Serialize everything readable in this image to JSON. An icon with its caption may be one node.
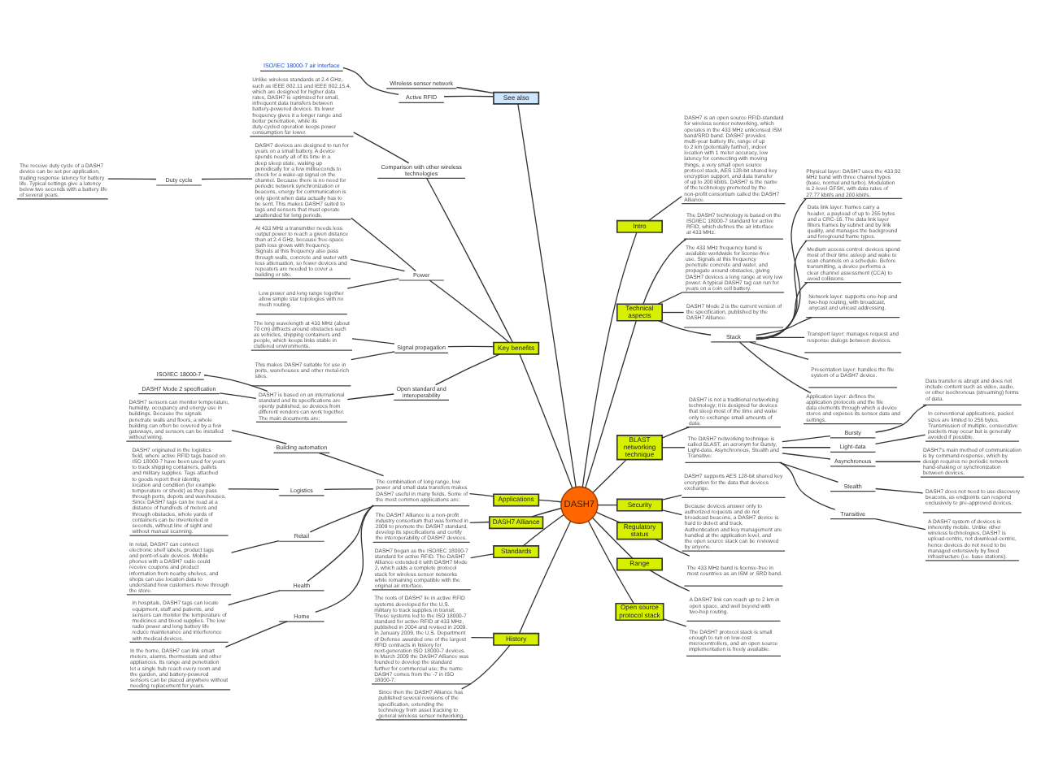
{
  "diagram": {
    "nodes": [
      {
        "text": [
          "DASH7"
        ]
      },
      {
        "text": [
          "Intro"
        ]
      },
      {
        "text": [
          "DASH7 is an open source RFID-standard for wireless sensor networking, which operates in the 433 MHz unlicensed ISM band/SRD band. DASH7 provides multi-year battery life, range of up to 2 km (potentially farther), indoor location with 1 meter accuracy, low latency for connecting with moving things, a very small open source protocol stack, AES 128-bit shared key encryption support, and data transfer of up to 200 kbit/s. DASH7 is the name of the technology promoted by the non-profit consortium called the DASH7 Alliance."
        ]
      },
      {
        "text": [
          "Technical aspects"
        ]
      },
      {
        "text": [
          "The DASH7 technology is based on the ISO/IEC 18000-7 standard for active RFID, which defines the air interface at 433 MHz."
        ]
      },
      {
        "text": [
          "The 433 MHz frequency band is available worldwide for license-free use. Signals at this frequency penetrate concrete and water, and propagate around obstacles, giving DASH7 devices a long range at very low power. A typical DASH7 tag can run for years on a coin cell battery."
        ]
      },
      {
        "text": [
          "DASH7 Mode 2 is the current version of the specification, published by the DASH7 Alliance."
        ]
      },
      {
        "text": [
          "Stack"
        ]
      },
      {
        "text": [
          "Physical layer: DASH7 uses the 433.92 MHz band with three channel types (base, normal and turbo). Modulation is 2-level GFSK, with data rates of 27.77 kbit/s and 200 kbit/s."
        ]
      },
      {
        "text": [
          "Data link layer: frames carry a header, a payload of up to 255 bytes and a CRC-16. The data link layer filters frames by subnet and by link quality, and manages the background and foreground frame types."
        ]
      },
      {
        "text": [
          "Medium access control: devices spend most of their time asleep and wake to scan channels on a schedule. Before transmitting, a device performs a clear channel assessment (CCA) to avoid collisions."
        ]
      },
      {
        "text": [
          "Network layer: supports one-hop and two-hop routing, with broadcast, anycast and unicast addressing."
        ]
      },
      {
        "text": [
          "Transport layer: manages request and response dialogs between devices."
        ]
      },
      {
        "text": [
          "Presentation layer: handles the file system of a DASH7 device."
        ]
      },
      {
        "text": [
          "Application layer: defines the application protocols and the file data elements through which a device stores and exposes its sensor data and settings."
        ]
      },
      {
        "text": [
          "BLAST networking technique"
        ]
      },
      {
        "text": [
          "DASH7 is not a traditional networking technology; it is designed for devices that sleep most of the time and wake only to exchange small amounts of data."
        ]
      },
      {
        "text": [
          "The DASH7 networking technique is called BLAST, an acronym for Bursty, Light-data, Asynchronous, Stealth and Transitive:"
        ]
      },
      {
        "text": [
          "Bursty"
        ]
      },
      {
        "text": [
          "Data transfer is abrupt and does not include content such as video, audio, or other isochronous (streaming) forms of data."
        ]
      },
      {
        "text": [
          "Light-data"
        ]
      },
      {
        "text": [
          "In conventional applications, packet sizes are limited to 256 bytes. Transmission of multiple, consecutive packets may occur but is generally avoided if possible."
        ]
      },
      {
        "text": [
          "Asynchronous"
        ]
      },
      {
        "text": [
          "DASH7's main method of communication is by command-response, which by design requires no periodic network hand-shaking or synchronization between devices."
        ]
      },
      {
        "text": [
          "Stealth"
        ]
      },
      {
        "text": [
          "DASH7 does not need to use discovery beacons, as endpoints can respond exclusively to pre-approved devices."
        ]
      },
      {
        "text": [
          "Transitive"
        ]
      },
      {
        "text": [
          "A DASH7 system of devices is inherently mobile. Unlike other wireless technologies, DASH7 is upload-centric, not download-centric, hence devices do not need to be managed extensively by fixed infrastructure (i.e. base stations)."
        ]
      },
      {
        "text": [
          "Security"
        ]
      },
      {
        "text": [
          "DASH7 supports AES 128-bit shared key encryption for the data that devices exchange."
        ]
      },
      {
        "text": [
          "Because devices answer only to authorized requests and do not broadcast beacons, a DASH7 device is hard to detect and track. Authentication and key management are handled at the application level, and the open source stack can be reviewed by anyone."
        ]
      },
      {
        "text": [
          "Regulatory status"
        ]
      },
      {
        "text": [
          "The 433 MHz band is license-free in most countries as an ISM or SRD band."
        ]
      },
      {
        "text": [
          "Range"
        ]
      },
      {
        "text": [
          "A DASH7 link can reach up to 2 km in open space, and well beyond with two-hop routing."
        ]
      },
      {
        "text": [
          "Open source protocol stack"
        ]
      },
      {
        "text": [
          "The DASH7 protocol stack is small enough to run on low-cost microcontrollers, and an open source implementation is freely available."
        ]
      },
      {
        "text": [
          "See also"
        ]
      },
      {
        "text": [
          "Wireless sensor network"
        ]
      },
      {
        "text": [
          "Active RFID"
        ]
      },
      {
        "text": [
          "ISO/IEC 18000-7 air interface"
        ]
      },
      {
        "text": [
          "Key benefits"
        ]
      },
      {
        "text": [
          "Comparison with other wireless technologies"
        ]
      },
      {
        "text": [
          "Unlike wireless standards at 2.4 GHz, such as IEEE 802.11 and IEEE 802.15.4, which are designed for higher data rates, DASH7 is optimized for small, infrequent data transfers between battery-powered devices. Its lower frequency gives it a longer range and better penetration, while its duty-cycled operation keeps power consumption far lower."
        ]
      },
      {
        "text": [
          "Power"
        ]
      },
      {
        "text": [
          "DASH7 devices are designed to run for years on a small battery. A device spends nearly all of its time in a deep sleep state, waking up periodically for a few milliseconds to check for a wake-up signal on the channel. Because there is no need for periodic network synchronization or beacons, energy for communication is only spent when data actually has to be sent. This makes DASH7 suited to tags and sensors that must operate unattended for long periods."
        ]
      },
      {
        "text": [
          "Duty cycle"
        ]
      },
      {
        "text": [
          "The receive duty cycle of a DASH7 device can be set per application, trading response latency for battery life. Typical settings give a latency below two seconds with a battery life of several years."
        ]
      },
      {
        "text": [
          "At 433 MHz a transmitter needs less output power to reach a given distance than at 2.4 GHz, because free-space path loss grows with frequency. Signals at this frequency also pass through walls, concrete and water with less attenuation, so fewer devices and repeaters are needed to cover a building or site."
        ]
      },
      {
        "text": [
          "Low power and long range together allow simple star topologies with no mesh routing."
        ]
      },
      {
        "text": [
          "Signal propagation"
        ]
      },
      {
        "text": [
          "The long wavelength at 433 MHz (about 70 cm) diffracts around obstacles such as vehicles, shipping containers and people, which keeps links stable in cluttered environments."
        ]
      },
      {
        "text": [
          "This makes DASH7 suitable for use in ports, warehouses and other metal-rich sites."
        ]
      },
      {
        "text": [
          "Open standard and interoperability"
        ]
      },
      {
        "text": [
          "DASH7 is based on an international standard and its specifications are openly published, so devices from different vendors can work together. The main documents are:"
        ]
      },
      {
        "text": [
          "ISO/IEC 18000-7"
        ]
      },
      {
        "text": [
          "DASH7 Mode 2 specification"
        ]
      },
      {
        "text": [
          "Applications"
        ]
      },
      {
        "text": [
          "The combination of long range, low power and small data transfers makes DASH7 useful in many fields. Some of the most common applications are:"
        ]
      },
      {
        "text": [
          "Building automation"
        ]
      },
      {
        "text": [
          "DASH7 sensors can monitor temperature, humidity, occupancy and energy use in buildings. Because the signals penetrate walls and floors, a whole building can often be covered by a few gateways, and sensors can be installed without wiring."
        ]
      },
      {
        "text": [
          "Logistics"
        ]
      },
      {
        "text": [
          "DASH7 originated in the logistics field, where active RFID tags based on ISO 18000-7 have been used for years to track shipping containers, pallets and military supplies. Tags attached to goods report their identity, location and condition (for example temperature or shock) as they pass through ports, depots and warehouses. Since DASH7 tags can be read at a distance of hundreds of meters and through obstacles, whole yards of containers can be inventoried in seconds, without line of sight and without manual scanning."
        ]
      },
      {
        "text": [
          "Retail"
        ]
      },
      {
        "text": [
          "In retail, DASH7 can connect electronic shelf labels, product tags and point-of-sale devices. Mobile phones with a DASH7 radio could receive coupons and product information from nearby shelves, and shops can use location data to understand how customers move through the store."
        ]
      },
      {
        "text": [
          "Health"
        ]
      },
      {
        "text": [
          "In hospitals, DASH7 tags can locate equipment, staff and patients, and sensors can monitor the temperature of medicines and blood supplies. The low radio power and long battery life reduce maintenance and interference with medical devices."
        ]
      },
      {
        "text": [
          "Home"
        ]
      },
      {
        "text": [
          "In the home, DASH7 can link smart meters, alarms, thermostats and other appliances. Its range and penetration let a single hub reach every room and the garden, and battery-powered sensors can be placed anywhere without needing replacement for years."
        ]
      },
      {
        "text": [
          "DASH7 Alliance"
        ]
      },
      {
        "text": [
          "The DASH7 Alliance is a non-profit industry consortium that was formed in 2009 to promote the DASH7 standard, develop its specifications and certify the interoperability of DASH7 devices."
        ]
      },
      {
        "text": [
          "Standards"
        ]
      },
      {
        "text": [
          "DASH7 began as the ISO/IEC 18000-7 standard for active RFID. The DASH7 Alliance extended it with DASH7 Mode 2, which adds a complete protocol stack for wireless sensor networks while remaining compatible with the original air interface."
        ]
      },
      {
        "text": [
          "History"
        ]
      },
      {
        "text": [
          "The roots of DASH7 lie in active RFID systems developed for the U.S. military to track supplies in transit. These systems led to the ISO 18000-7 standard for active RFID at 433 MHz, published in 2004 and revised in 2009. In January 2009, the U.S. Department of Defense awarded one of the largest RFID contracts in history for next-generation ISO 18000-7 devices. In March 2009 the DASH7 Alliance was founded to develop the standard further for commercial use; the name DASH7 comes from the -7 in ISO 18000-7."
        ]
      },
      {
        "text": [
          "Since then the DASH7 Alliance has published several revisions of the specification, extending the technology from asset tracking to general wireless sensor networking."
        ]
      }
    ],
    "edges": [
      {
        "from": 0,
        "to": 1,
        "arrow": "none"
      },
      {
        "from": 1,
        "to": 2,
        "arrow": "none"
      },
      {
        "from": 0,
        "to": 3,
        "arrow": "none"
      },
      {
        "from": 3,
        "to": 4,
        "arrow": "none"
      },
      {
        "from": 3,
        "to": 5,
        "arrow": "none"
      },
      {
        "from": 3,
        "to": 6,
        "arrow": "none"
      },
      {
        "from": 3,
        "to": 7,
        "arrow": "none"
      },
      {
        "from": 7,
        "to": 8,
        "arrow": "none"
      },
      {
        "from": 7,
        "to": 9,
        "arrow": "none"
      },
      {
        "from": 7,
        "to": 10,
        "arrow": "none"
      },
      {
        "from": 7,
        "to": 11,
        "arrow": "none"
      },
      {
        "from": 7,
        "to": 12,
        "arrow": "none"
      },
      {
        "from": 7,
        "to": 13,
        "arrow": "none"
      },
      {
        "from": 7,
        "to": 14,
        "arrow": "none"
      },
      {
        "from": 0,
        "to": 15,
        "arrow": "none"
      },
      {
        "from": 15,
        "to": 16,
        "arrow": "none"
      },
      {
        "from": 15,
        "to": 17,
        "arrow": "none"
      },
      {
        "from": 17,
        "to": 18,
        "arrow": "none"
      },
      {
        "from": 18,
        "to": 19,
        "arrow": "none"
      },
      {
        "from": 17,
        "to": 20,
        "arrow": "none"
      },
      {
        "from": 20,
        "to": 21,
        "arrow": "none"
      },
      {
        "from": 17,
        "to": 22,
        "arrow": "none"
      },
      {
        "from": 22,
        "to": 23,
        "arrow": "none"
      },
      {
        "from": 17,
        "to": 24,
        "arrow": "none"
      },
      {
        "from": 24,
        "to": 25,
        "arrow": "none"
      },
      {
        "from": 17,
        "to": 26,
        "arrow": "none"
      },
      {
        "from": 26,
        "to": 27,
        "arrow": "none"
      },
      {
        "from": 0,
        "to": 28,
        "arrow": "none"
      },
      {
        "from": 28,
        "to": 29,
        "arrow": "none"
      },
      {
        "from": 28,
        "to": 30,
        "arrow": "none"
      },
      {
        "from": 0,
        "to": 31,
        "arrow": "none"
      },
      {
        "from": 31,
        "to": 32,
        "arrow": "none"
      },
      {
        "from": 0,
        "to": 33,
        "arrow": "none"
      },
      {
        "from": 33,
        "to": 34,
        "arrow": "none"
      },
      {
        "from": 0,
        "to": 35,
        "arrow": "none"
      },
      {
        "from": 35,
        "to": 36,
        "arrow": "none"
      },
      {
        "from": 0,
        "to": 37,
        "arrow": "none"
      },
      {
        "from": 37,
        "to": 38,
        "arrow": "none"
      },
      {
        "from": 37,
        "to": 39,
        "arrow": "none"
      },
      {
        "from": 39,
        "to": 40,
        "arrow": "none"
      },
      {
        "from": 0,
        "to": 41,
        "arrow": "none"
      },
      {
        "from": 41,
        "to": 42,
        "arrow": "none"
      },
      {
        "from": 42,
        "to": 43,
        "arrow": "none"
      },
      {
        "from": 41,
        "to": 44,
        "arrow": "none"
      },
      {
        "from": 44,
        "to": 45,
        "arrow": "none"
      },
      {
        "from": 45,
        "to": 46,
        "arrow": "none"
      },
      {
        "from": 46,
        "to": 47,
        "arrow": "none"
      },
      {
        "from": 44,
        "to": 48,
        "arrow": "none"
      },
      {
        "from": 44,
        "to": 49,
        "arrow": "none"
      },
      {
        "from": 41,
        "to": 50,
        "arrow": "none"
      },
      {
        "from": 50,
        "to": 51,
        "arrow": "none"
      },
      {
        "from": 50,
        "to": 52,
        "arrow": "none"
      },
      {
        "from": 41,
        "to": 53,
        "arrow": "none"
      },
      {
        "from": 53,
        "to": 54,
        "arrow": "none"
      },
      {
        "from": 54,
        "to": 55,
        "arrow": "none"
      },
      {
        "from": 54,
        "to": 56,
        "arrow": "none"
      },
      {
        "from": 0,
        "to": 57,
        "arrow": "none"
      },
      {
        "from": 57,
        "to": 58,
        "arrow": "none"
      },
      {
        "from": 58,
        "to": 59,
        "arrow": "none"
      },
      {
        "from": 59,
        "to": 60,
        "arrow": "none"
      },
      {
        "from": 58,
        "to": 61,
        "arrow": "none"
      },
      {
        "from": 61,
        "to": 62,
        "arrow": "none"
      },
      {
        "from": 58,
        "to": 63,
        "arrow": "none"
      },
      {
        "from": 63,
        "to": 64,
        "arrow": "none"
      },
      {
        "from": 58,
        "to": 65,
        "arrow": "none"
      },
      {
        "from": 65,
        "to": 66,
        "arrow": "none"
      },
      {
        "from": 58,
        "to": 67,
        "arrow": "none"
      },
      {
        "from": 67,
        "to": 68,
        "arrow": "none"
      },
      {
        "from": 0,
        "to": 69,
        "arrow": "none"
      },
      {
        "from": 69,
        "to": 70,
        "arrow": "none"
      },
      {
        "from": 0,
        "to": 71,
        "arrow": "none"
      },
      {
        "from": 71,
        "to": 72,
        "arrow": "none"
      },
      {
        "from": 0,
        "to": 73,
        "arrow": "none"
      },
      {
        "from": 73,
        "to": 74,
        "arrow": "none"
      },
      {
        "from": 73,
        "to": 75,
        "arrow": "none"
      }
    ]
  }
}
